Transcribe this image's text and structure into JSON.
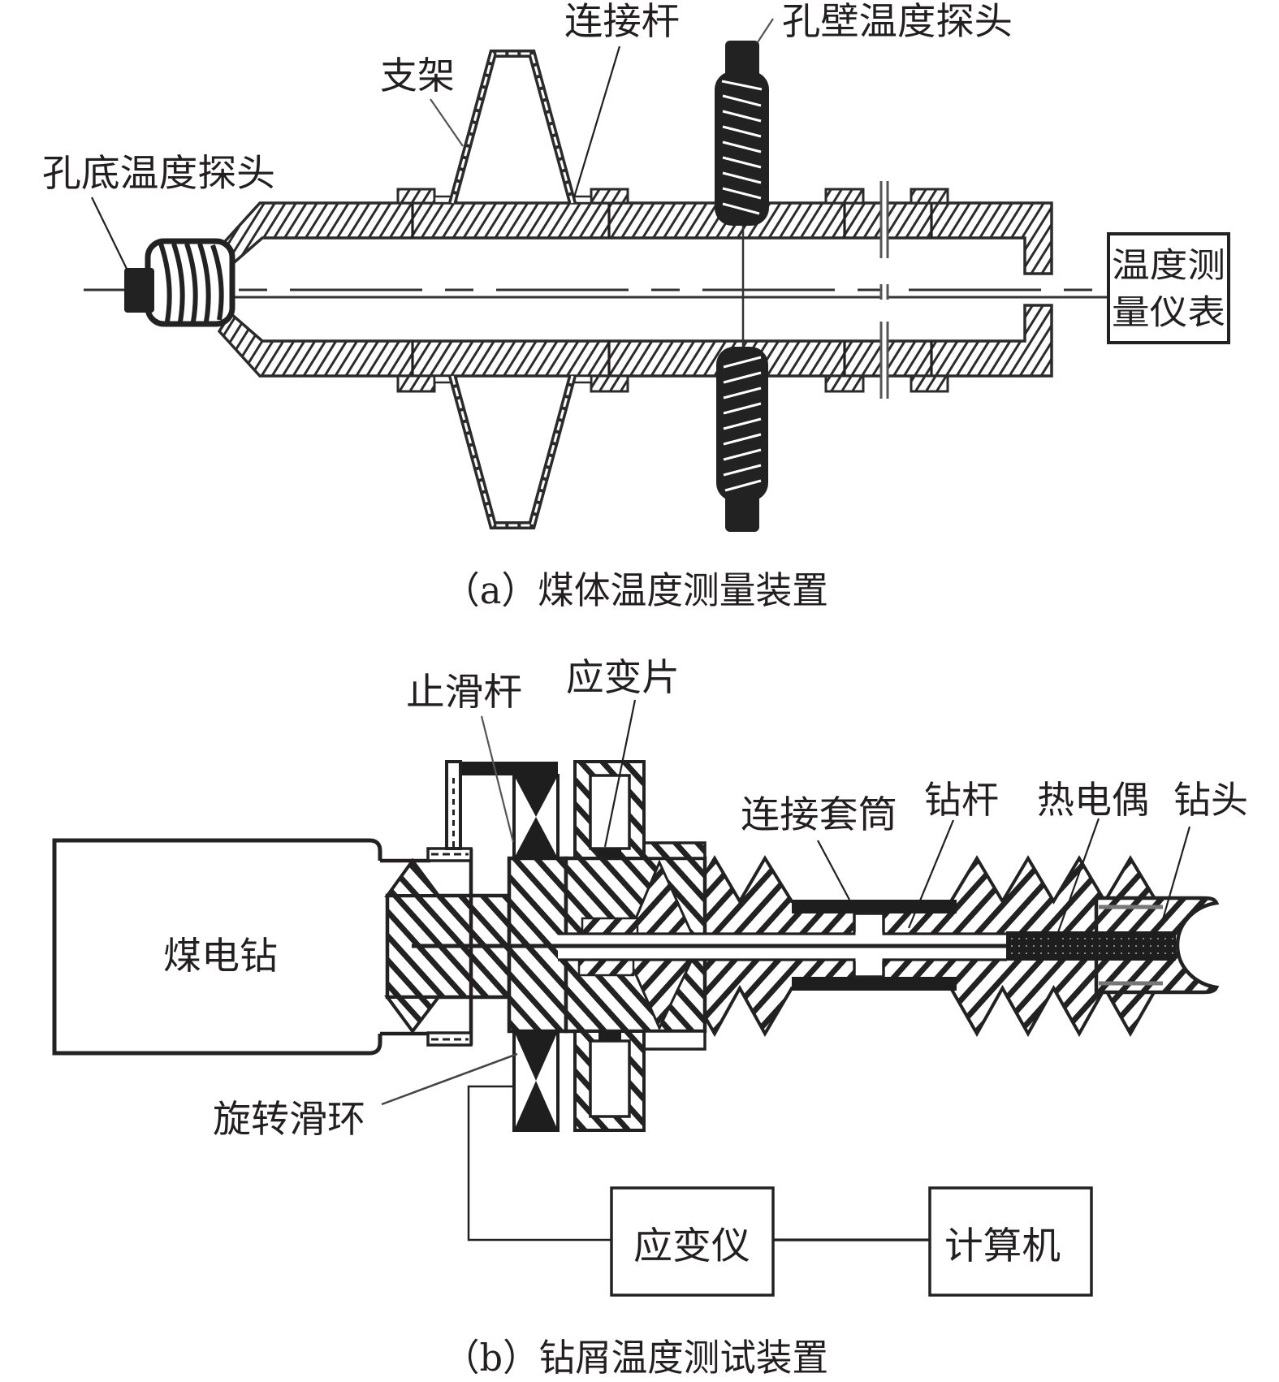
{
  "colors": {
    "ink": "#231f20",
    "background": "#ffffff"
  },
  "panel_a": {
    "caption": "（a）煤体温度测量装置",
    "labels": {
      "bottom_probe": "孔底温度探头",
      "bracket": "支架",
      "connecting_rod": "连接杆",
      "wall_probe": "孔壁温度探头",
      "instrument_line1": "温度测",
      "instrument_line2": "量仪表"
    }
  },
  "panel_b": {
    "caption": "（b）钻屑温度测试装置",
    "labels": {
      "anti_slip_rod": "止滑杆",
      "strain_gauge": "应变片",
      "connecting_sleeve": "连接套筒",
      "drill_rod": "钻杆",
      "thermocouple": "热电偶",
      "drill_bit": "钻头",
      "coal_drill": "煤电钻",
      "slip_ring": "旋转滑环",
      "strain_meter": "应变仪",
      "computer": "计算机"
    }
  }
}
